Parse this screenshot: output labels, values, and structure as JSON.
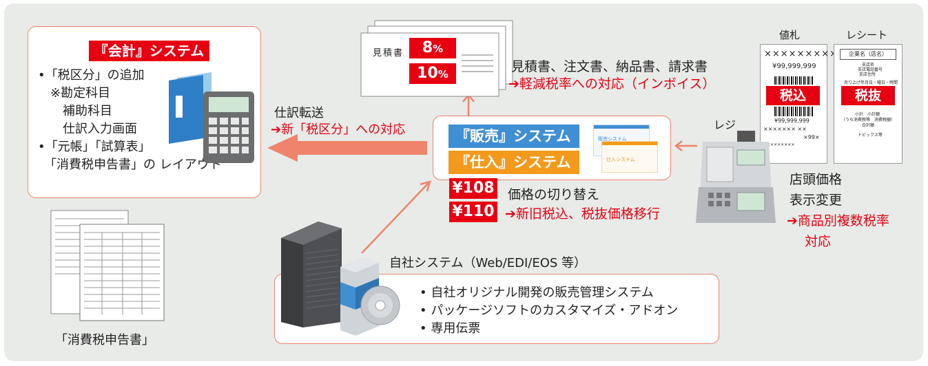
{
  "accounting": {
    "title": "『会計』システム",
    "lines": [
      "•「税区分」の追加",
      "　※勘定科目",
      "　　補助科目",
      "　　仕訳入力画面",
      "•「元帳」「試算表」",
      "　「消費税申告書」の レイアウト"
    ]
  },
  "tax_form_caption": "「消費税申告書」",
  "journal": {
    "title": "仕訳転送",
    "sub": "新「税区分」への対応"
  },
  "documents": {
    "form_label": "見積書",
    "rate_8_num": "8",
    "rate_10_num": "10",
    "percent": "%",
    "title": "見積書、注文書、納品書、請求書",
    "sub": "軽減税率への対応（インボイス）"
  },
  "sales_system": {
    "sales": "『販売』システム",
    "purchase": "『仕入』システム",
    "screen_sales": "販売システム",
    "screen_purchase": "仕入システム"
  },
  "pricing": {
    "price1": "¥108",
    "price2": "¥110",
    "title": "価格の切り替え",
    "sub": "新旧税込、税抜価格移行"
  },
  "in_house": {
    "title": "自社システム（Web/EDI/EOS 等）",
    "items": [
      "• 自社オリジナル開発の販売管理システム",
      "• パッケージソフトのカスタマイズ・アドオン",
      "• 専用伝票"
    ]
  },
  "price_tag": {
    "header": "値札",
    "code": "×××××××××",
    "price": "¥99,999,999",
    "label": "税込",
    "price_small": "¥99,999,999",
    "code_small": "××××××× ××",
    "qty": "×99×",
    "code_tiny": "×××××××××"
  },
  "receipt": {
    "header": "レシート",
    "company": "企業名（店名）",
    "lines": [
      "支店名",
      "支店電話番号",
      "支店住所"
    ],
    "date_line": "売り上げ年月日・曜日・時間",
    "label": "税抜",
    "sub_lines": [
      "小計　小計額",
      "（うち消費税等　消費税額）",
      "合計額"
    ],
    "footer": "トピックス等"
  },
  "register": {
    "label": "レジ",
    "title1": "店頭価格",
    "title2": "表示変更",
    "sub1": "商品別複数税率",
    "sub2": "対応"
  },
  "colors": {
    "accent_red": "#e60012",
    "arrow_salmon": "#f0836b",
    "sales_blue": "#3f8fd2",
    "purchase_orange": "#f39a1d",
    "background": "#e8ebe8"
  }
}
